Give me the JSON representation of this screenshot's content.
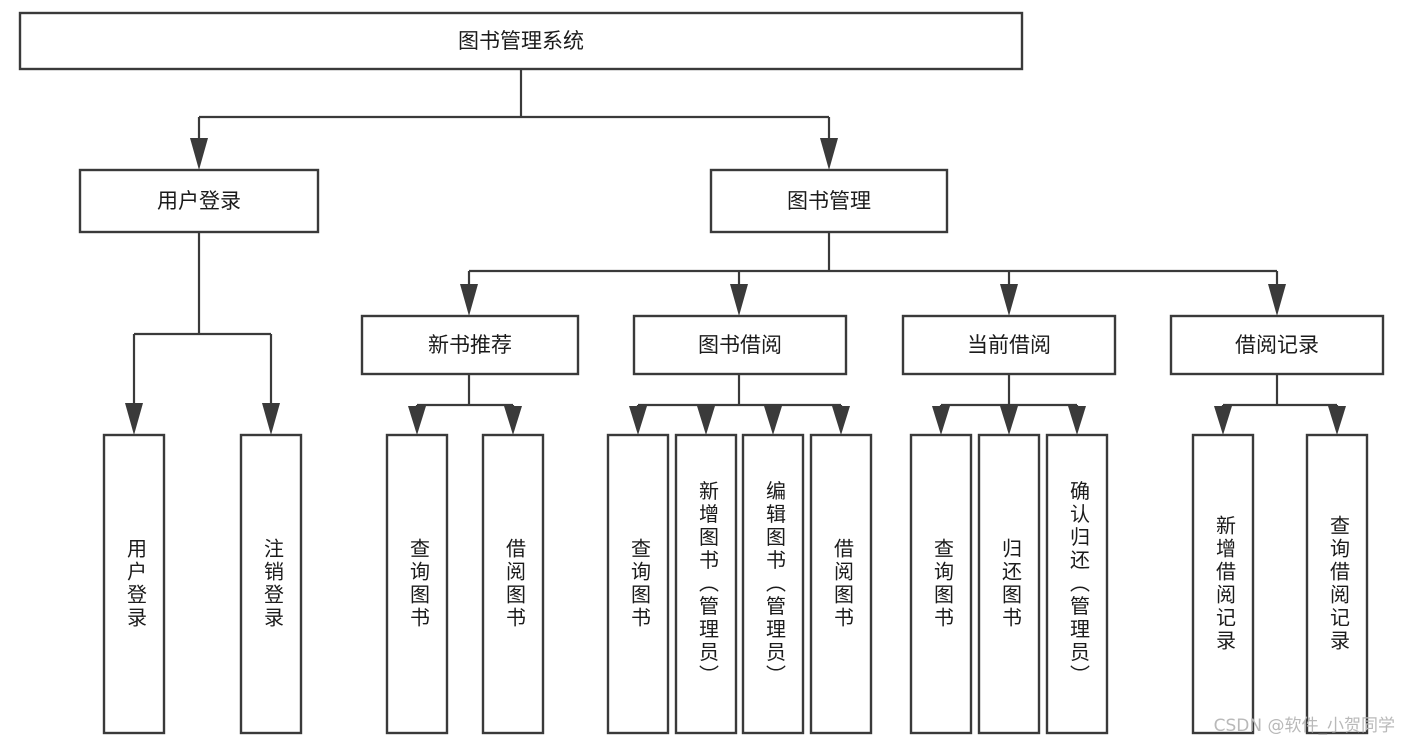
{
  "diagram": {
    "title": "图书管理系统",
    "type": "tree-hierarchy",
    "colors": {
      "box_stroke": "#3a3a3a",
      "box_fill": "#ffffff",
      "connector": "#3a3a3a",
      "text": "#1b1b1b",
      "watermark": "#b9b9b9",
      "background": "#ffffff"
    },
    "root": {
      "label": "图书管理系统"
    },
    "level2": [
      {
        "label": "用户登录"
      },
      {
        "label": "图书管理"
      }
    ],
    "level3": [
      {
        "label": "新书推荐"
      },
      {
        "label": "图书借阅"
      },
      {
        "label": "当前借阅"
      },
      {
        "label": "借阅记录"
      }
    ],
    "leaves": {
      "user_login": [
        {
          "label": "用户登录"
        },
        {
          "label": "注销登录"
        }
      ],
      "new_book_recommend": [
        {
          "label": "查询图书"
        },
        {
          "label": "借阅图书"
        }
      ],
      "book_borrow": [
        {
          "label": "查询图书"
        },
        {
          "label": "新增图书（管理员）"
        },
        {
          "label": "编辑图书（管理员）"
        },
        {
          "label": "借阅图书"
        }
      ],
      "current_borrow": [
        {
          "label": "查询图书"
        },
        {
          "label": "归还图书"
        },
        {
          "label": "确认归还（管理员）"
        }
      ],
      "borrow_record": [
        {
          "label": "新增借阅记录"
        },
        {
          "label": "查询借阅记录"
        }
      ]
    }
  },
  "watermark": {
    "text": "CSDN @软件_小贺同学"
  }
}
